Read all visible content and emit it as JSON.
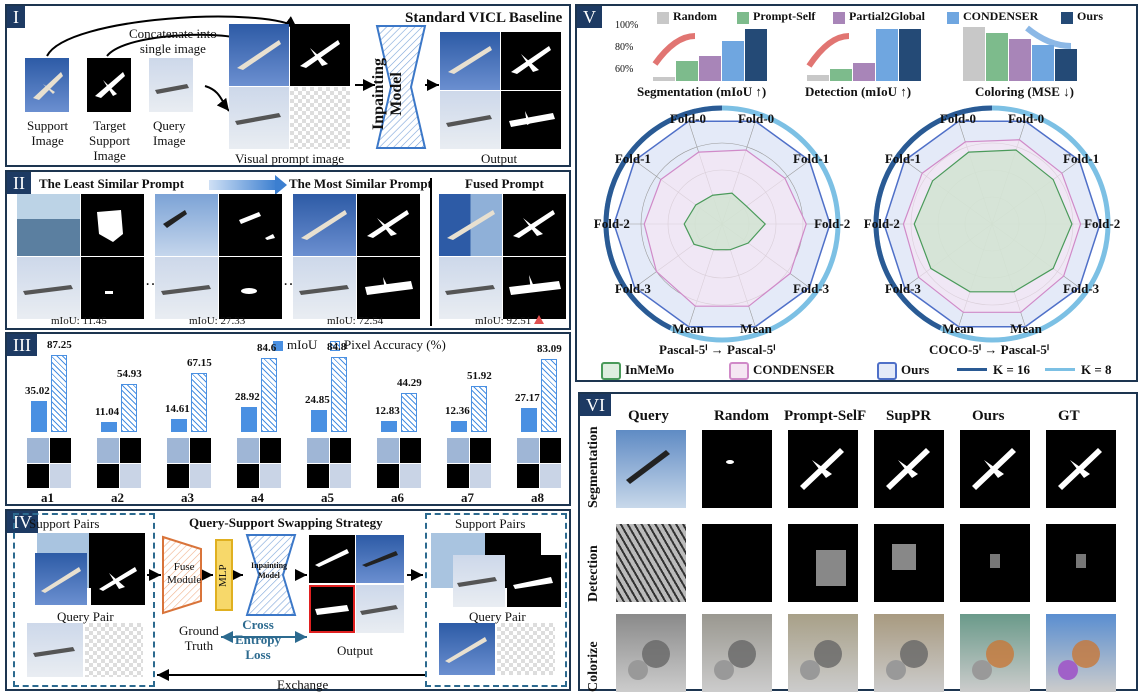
{
  "panel1": {
    "roman": "I",
    "title": "Standard VICL Baseline",
    "support_label": "Support\nImage",
    "target_label": "Target\nSupport\nImage",
    "query_label": "Query\nImage",
    "concat_label": "Concatenate into\nsingle image",
    "visual_prompt_label": "Visual prompt image",
    "model_label": "Inpainting\nModel",
    "output_label": "Output"
  },
  "panel2": {
    "roman": "II",
    "least_label": "The Least Similar Prompt",
    "most_label": "The Most Similar Prompt",
    "fused_label": "Fused Prompt",
    "ellipsis": "…",
    "miou_values": [
      "mIoU: 11.45",
      "mIoU: 27.33",
      "mIoU: 72.54",
      "mIoU: 92.51"
    ]
  },
  "panel3": {
    "roman": "III",
    "legend_miou": "mIoU",
    "legend_pa": "Pixel Accuracy (%)",
    "chart_data": {
      "type": "bar",
      "categories": [
        "a1",
        "a2",
        "a3",
        "a4",
        "a5",
        "a6",
        "a7",
        "a8"
      ],
      "series": [
        {
          "name": "mIoU",
          "values": [
            35.02,
            11.04,
            14.61,
            28.92,
            24.85,
            12.83,
            12.36,
            27.17
          ]
        },
        {
          "name": "Pixel Accuracy (%)",
          "values": [
            87.25,
            54.93,
            67.15,
            84.6,
            84.8,
            44.29,
            51.92,
            83.09
          ]
        }
      ]
    },
    "miou_labels": [
      "35.02",
      "11.04",
      "14.61",
      "28.92",
      "24.85",
      "12.83",
      "12.36",
      "27.17"
    ],
    "pa_labels": [
      "87.25",
      "54.93",
      "67.15",
      "84.6",
      "84.8",
      "44.29",
      "51.92",
      "83.09"
    ]
  },
  "panel4": {
    "roman": "IV",
    "title": "Query-Support Swapping Strategy",
    "support_pairs_left": "Support Pairs",
    "query_pair_left": "Query Pair",
    "fuse_module": "Fuse\nModule",
    "mlp": "MLP",
    "inpainting_model": "Inpainting\nModel",
    "ground_truth": "Ground\nTruth",
    "loss": "Cross\nEntropy\nLoss",
    "output": "Output",
    "support_pairs_right": "Support Pairs",
    "query_pair_right": "Query Pair",
    "exchange": "Exchange"
  },
  "panel5": {
    "roman": "V",
    "legend": [
      "Random",
      "Prompt-Self",
      "Partial2Global",
      "CONDENSER",
      "Ours"
    ],
    "legend_colors": [
      "#c8c8c8",
      "#7dbb8c",
      "#a885b8",
      "#6fa6e0",
      "#244a76"
    ],
    "ticks": [
      "100%",
      "80%",
      "60%"
    ],
    "seg_label": "Segmentation (mIoU ↑)",
    "det_label": "Detection (mIoU ↑)",
    "col_label": "Coloring (MSE ↓)",
    "radar_left_title": "Pascal-5ⁱ → Pascal-5ⁱ",
    "radar_right_title": "COCO-5ⁱ → Pascal-5ⁱ",
    "radar_axes": [
      "Fold-0",
      "Fold-1",
      "Fold-2",
      "Fold-3",
      "Mean",
      "Mean",
      "Fold-3",
      "Fold-2",
      "Fold-1",
      "Fold-0"
    ],
    "bottom_legend": [
      "InMeMo",
      "CONDENSER",
      "Ours",
      "K = 16",
      "K = 8"
    ]
  },
  "panel6": {
    "roman": "VI",
    "columns": [
      "Query",
      "Random",
      "Prompt-SelF",
      "SupPR",
      "Ours",
      "GT"
    ],
    "rows": [
      "Segmentation",
      "Detection",
      "Colorize"
    ]
  }
}
